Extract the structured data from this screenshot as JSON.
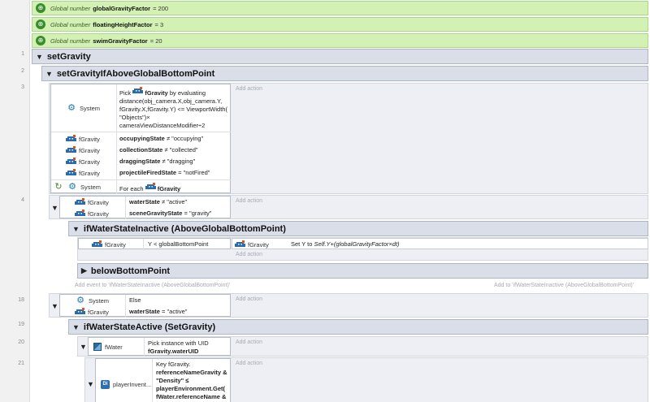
{
  "globals": [
    {
      "keyword": "Global number",
      "name": "globalGravityFactor",
      "value": "= 200"
    },
    {
      "keyword": "Global number",
      "name": "floatingHeightFactor",
      "value": "= 3"
    },
    {
      "keyword": "Global number",
      "name": "swimGravityFactor",
      "value": "= 20"
    }
  ],
  "line_numbers": [
    "1",
    "2",
    "3",
    "4",
    "18",
    "19",
    "20",
    "21"
  ],
  "groups": {
    "setGravity": "setGravity",
    "setGravityIfAbove": "setGravityIfAboveGlobalBottomPoint",
    "ifWaterStateInactive": "ifWaterStateInactive (AboveGlobalBottomPoint)",
    "belowBottomPoint": "belowBottomPoint",
    "ifWaterStateActive": "ifWaterStateActive (SetGravity)"
  },
  "event3": {
    "system_label": "System",
    "pick_pre": "Pick",
    "pick_obj": "fGravity",
    "pick_post": "by evaluating",
    "pick_lines": [
      "distance(obj_camera.X,obj_camera.Y,",
      "fGravity.X,fGravity.Y) <= ViewportWidth(",
      "\"Objects\")×",
      "cameraViewDistanceModifier÷2"
    ],
    "conditions": [
      {
        "obj": "fGravity",
        "var": "occupyingState",
        "op": "≠",
        "val": "\"occupying\""
      },
      {
        "obj": "fGravity",
        "var": "collectionState",
        "op": "≠",
        "val": "\"collected\""
      },
      {
        "obj": "fGravity",
        "var": "draggingState",
        "op": "≠",
        "val": "\"dragging\""
      },
      {
        "obj": "fGravity",
        "var": "projectileFiredState",
        "op": "=",
        "val": "\"notFired\""
      }
    ],
    "foreach_label": "System",
    "foreach_text": "For each",
    "foreach_obj": "fGravity"
  },
  "event4": {
    "conditions": [
      {
        "obj": "fGravity",
        "var": "waterState",
        "op": "≠",
        "val": "\"active\""
      },
      {
        "obj": "fGravity",
        "var": "sceneGravityState",
        "op": "=",
        "val": "\"gravity\""
      }
    ]
  },
  "inactive_event": {
    "cond_obj": "fGravity",
    "cond_text": "Y < globalBottomPoint",
    "act_obj": "fGravity",
    "act_pre": "Set Y to",
    "act_expr": "Self.Y+(globalGravityFactor×dt)"
  },
  "add_action": "Add action",
  "add_event_left": "Add event to 'ifWaterStateInactive (AboveGlobalBottomPoint)'",
  "add_event_right": "Add to 'ifWaterStateInactive (AboveGlobalBottomPoint)'",
  "event18": {
    "system_label": "System",
    "else_text": "Else",
    "obj": "fGravity",
    "var": "waterState",
    "op": "=",
    "val": "\"active\""
  },
  "event20": {
    "obj": "fWater",
    "text1": "Pick instance with UID",
    "text2": "fGravity.waterUID"
  },
  "event21": {
    "obj": "playerInvent...",
    "lines": [
      "Key fGravity.",
      "referenceNameGravity &",
      "\"Density\" ≤",
      "playerEnvironment.Get(",
      "fWater.referenceName &"
    ]
  },
  "colors": {
    "global_bg": "#d3f1b3",
    "group_bg": "#d9dee8",
    "band_bg": "#edeff4",
    "accent_blue": "#1f7ab5"
  }
}
